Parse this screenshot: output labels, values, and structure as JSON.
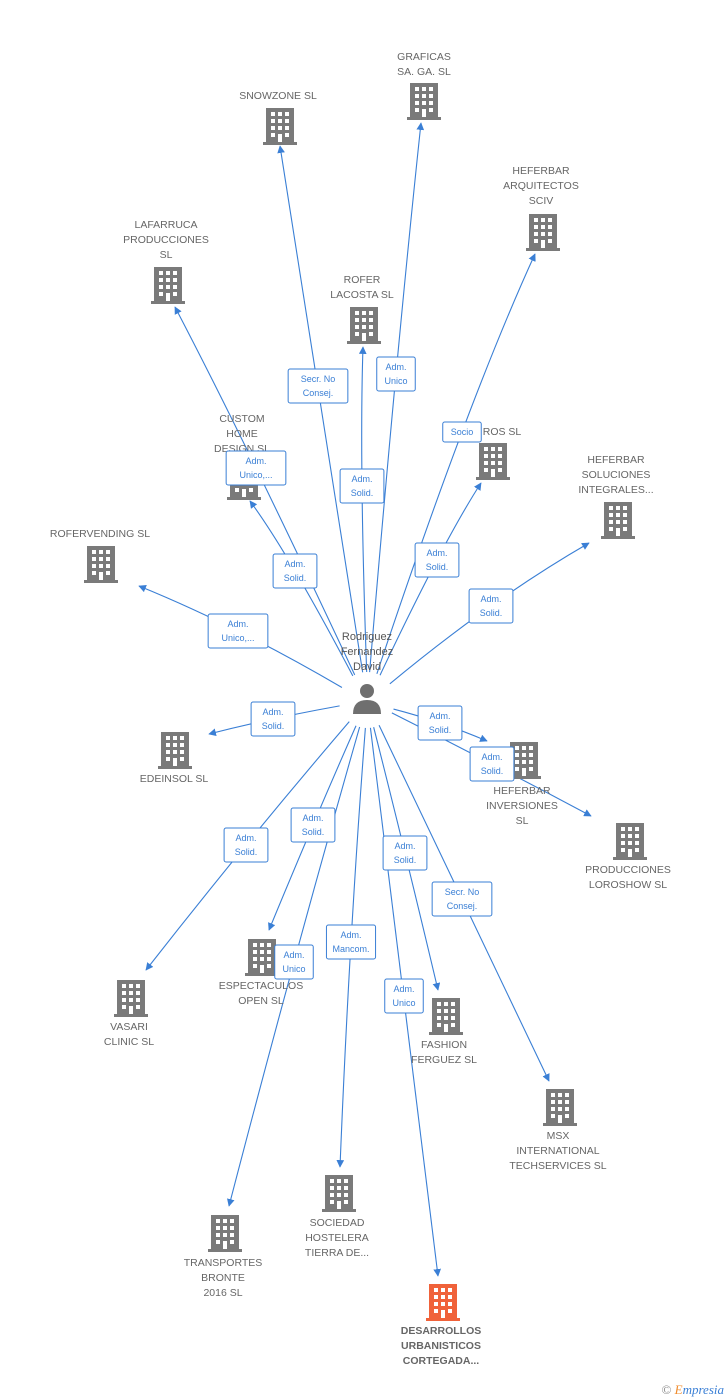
{
  "center": {
    "name": [
      "Rodriguez",
      "Fernandez",
      "David"
    ],
    "icon": "person-icon"
  },
  "companies": [
    {
      "id": "graficas",
      "label": [
        "GRAFICAS",
        "SA. GA.  SL"
      ],
      "highlight": false
    },
    {
      "id": "snowzone",
      "label": [
        "SNOWZONE  SL"
      ],
      "highlight": false
    },
    {
      "id": "heferbar-arq",
      "label": [
        "HEFERBAR",
        "ARQUITECTOS",
        "SCIV"
      ],
      "highlight": false
    },
    {
      "id": "lafarruca",
      "label": [
        "LAFARRUCA",
        "PRODUCCIONES",
        "SL"
      ],
      "highlight": false
    },
    {
      "id": "rofer-lacosta",
      "label": [
        "ROFER",
        "LACOSTA  SL"
      ],
      "highlight": false
    },
    {
      "id": "custom-home",
      "label": [
        "CUSTOM",
        "HOME",
        "DESIGN  SL"
      ],
      "highlight": false
    },
    {
      "id": "ros",
      "label": [
        "ROS  SL"
      ],
      "highlight": false
    },
    {
      "id": "heferbar-sol",
      "label": [
        "HEFERBAR",
        "SOLUCIONES",
        "INTEGRALES..."
      ],
      "highlight": false
    },
    {
      "id": "rofervending",
      "label": [
        "ROFERVENDING SL"
      ],
      "highlight": false
    },
    {
      "id": "edeinsol",
      "label": [
        "EDEINSOL  SL"
      ],
      "highlight": false
    },
    {
      "id": "heferbar-inv",
      "label": [
        "HEFERBAR",
        "INVERSIONES",
        "SL"
      ],
      "highlight": false
    },
    {
      "id": "loroshow",
      "label": [
        "PRODUCCIONES",
        "LOROSHOW  SL"
      ],
      "highlight": false
    },
    {
      "id": "vasari",
      "label": [
        "VASARI",
        "CLINIC  SL"
      ],
      "highlight": false
    },
    {
      "id": "espectaculos",
      "label": [
        "ESPECTACULOS",
        "OPEN SL"
      ],
      "highlight": false
    },
    {
      "id": "fashion",
      "label": [
        "FASHION",
        "FERGUEZ  SL"
      ],
      "highlight": false
    },
    {
      "id": "msx",
      "label": [
        "MSX",
        "INTERNATIONAL",
        "TECHSERVICES SL"
      ],
      "highlight": false
    },
    {
      "id": "transportes",
      "label": [
        "TRANSPORTES",
        "BRONTE",
        "2016  SL"
      ],
      "highlight": false
    },
    {
      "id": "sociedad",
      "label": [
        "SOCIEDAD",
        "HOSTELERA",
        "TIERRA DE..."
      ],
      "highlight": false
    },
    {
      "id": "desarrollos",
      "label": [
        "DESARROLLOS",
        "URBANISTICOS",
        "CORTEGADA..."
      ],
      "highlight": true
    }
  ],
  "relations": [
    {
      "to": "graficas",
      "role": [
        "Adm.",
        "Unico"
      ]
    },
    {
      "to": "snowzone",
      "role": [
        "Secr.  No",
        "Consej."
      ]
    },
    {
      "to": "heferbar-arq",
      "role": [
        "Socio"
      ]
    },
    {
      "to": "lafarruca",
      "role": [
        "Adm.",
        "Unico,..."
      ]
    },
    {
      "to": "rofer-lacosta",
      "role": [
        "Adm.",
        "Solid."
      ]
    },
    {
      "to": "custom-home",
      "role": [
        "Adm.",
        "Solid."
      ]
    },
    {
      "to": "ros",
      "role": [
        "Adm.",
        "Solid."
      ]
    },
    {
      "to": "heferbar-sol",
      "role": [
        "Adm.",
        "Solid."
      ]
    },
    {
      "to": "rofervending",
      "role": [
        "Adm.",
        "Unico,..."
      ]
    },
    {
      "to": "edeinsol",
      "role": [
        "Adm.",
        "Solid."
      ]
    },
    {
      "to": "heferbar-inv",
      "role": [
        "Adm.",
        "Solid."
      ]
    },
    {
      "to": "loroshow",
      "role": [
        "Adm.",
        "Solid."
      ]
    },
    {
      "to": "vasari",
      "role": [
        "Adm.",
        "Solid."
      ]
    },
    {
      "to": "espectaculos",
      "role": [
        "Adm.",
        "Solid."
      ]
    },
    {
      "to": "fashion",
      "role": [
        "Adm.",
        "Solid."
      ]
    },
    {
      "to": "msx",
      "role": [
        "Secr.  No",
        "Consej."
      ]
    },
    {
      "to": "transportes",
      "role": [
        "Adm.",
        "Unico"
      ]
    },
    {
      "to": "sociedad",
      "role": [
        "Adm.",
        "Mancom."
      ]
    },
    {
      "to": "desarrollos",
      "role": [
        "Adm.",
        "Unico"
      ]
    }
  ],
  "colors": {
    "edge": "#3a7fd5",
    "building": "#7a7a7a",
    "highlight": "#f0623a"
  },
  "footer": {
    "copyright": "©",
    "brand_first": "E",
    "brand_rest": "mpresia"
  }
}
